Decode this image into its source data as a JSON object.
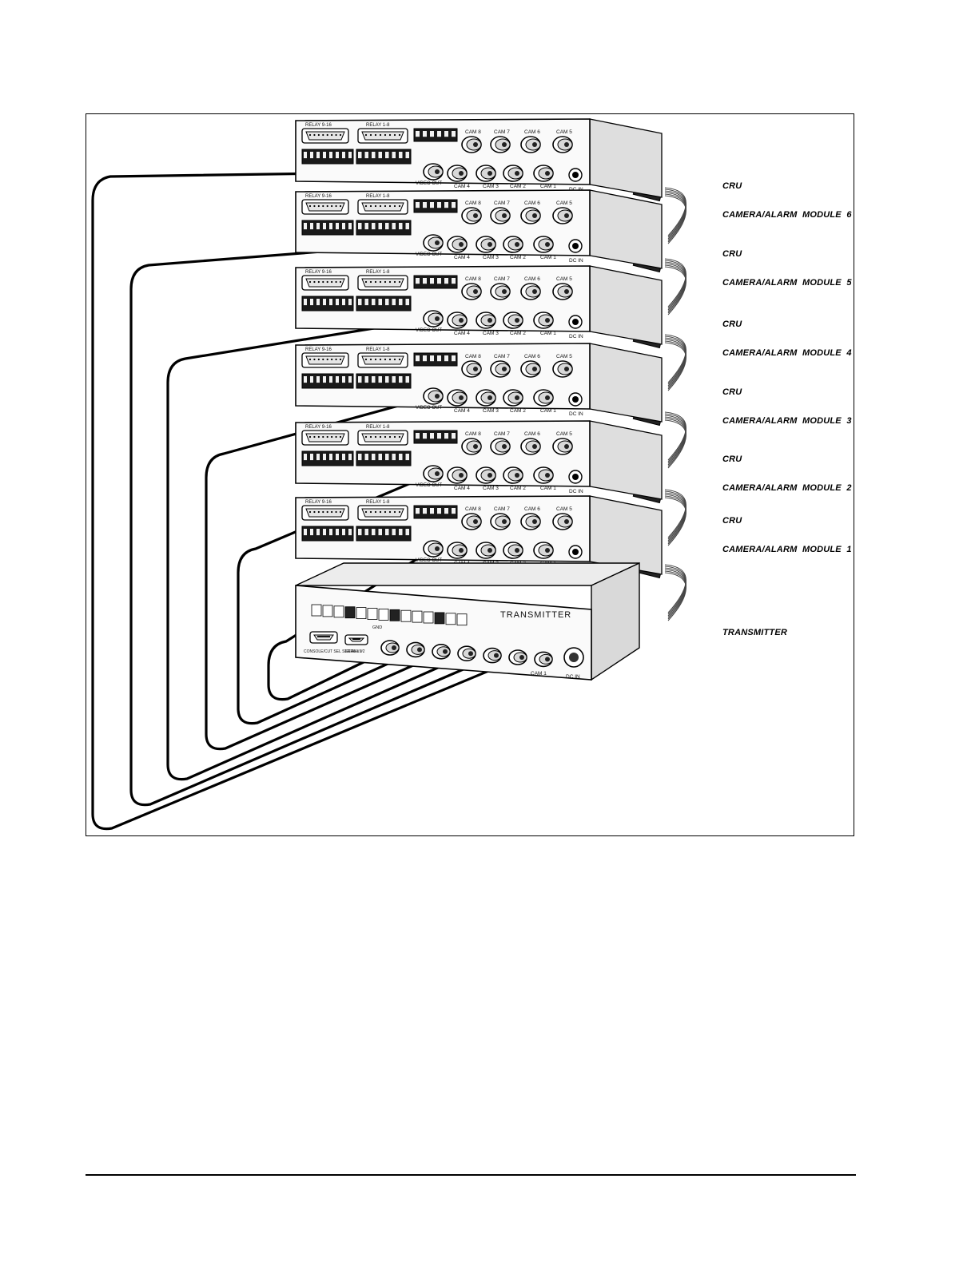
{
  "figure": {
    "modules": [
      {
        "line1": "CRU",
        "line2": "CAMERA/ALARM  MODULE  6"
      },
      {
        "line1": "CRU",
        "line2": "CAMERA/ALARM  MODULE  5"
      },
      {
        "line1": "CRU",
        "line2": "CAMERA/ALARM  MODULE  4"
      },
      {
        "line1": "CRU",
        "line2": "CAMERA/ALARM  MODULE  3"
      },
      {
        "line1": "CRU",
        "line2": "CAMERA/ALARM  MODULE  2"
      },
      {
        "line1": "CRU",
        "line2": "CAMERA/ALARM  MODULE  1"
      }
    ],
    "transmitter_label": "TRANSMITTER",
    "panel": {
      "relay_a": "RELAY 9-16",
      "relay_b": "RELAY 1-8",
      "cams_top": [
        "CAM 8",
        "CAM 7",
        "CAM 6",
        "CAM 5"
      ],
      "cams_bottom": [
        "CAM 4",
        "CAM 3",
        "CAM 2",
        "CAM 1"
      ],
      "video_out": "VIDEO OUT",
      "dc_in": "DC IN"
    },
    "transmitter": {
      "title": "TRANSMITTER",
      "dc_in": "DC IN",
      "cam1": "CAM 1",
      "gnd": "GND",
      "port_a": "CONSOLE/CUT SEL SERIAL #1",
      "port_b": "SERIAL #2"
    }
  }
}
